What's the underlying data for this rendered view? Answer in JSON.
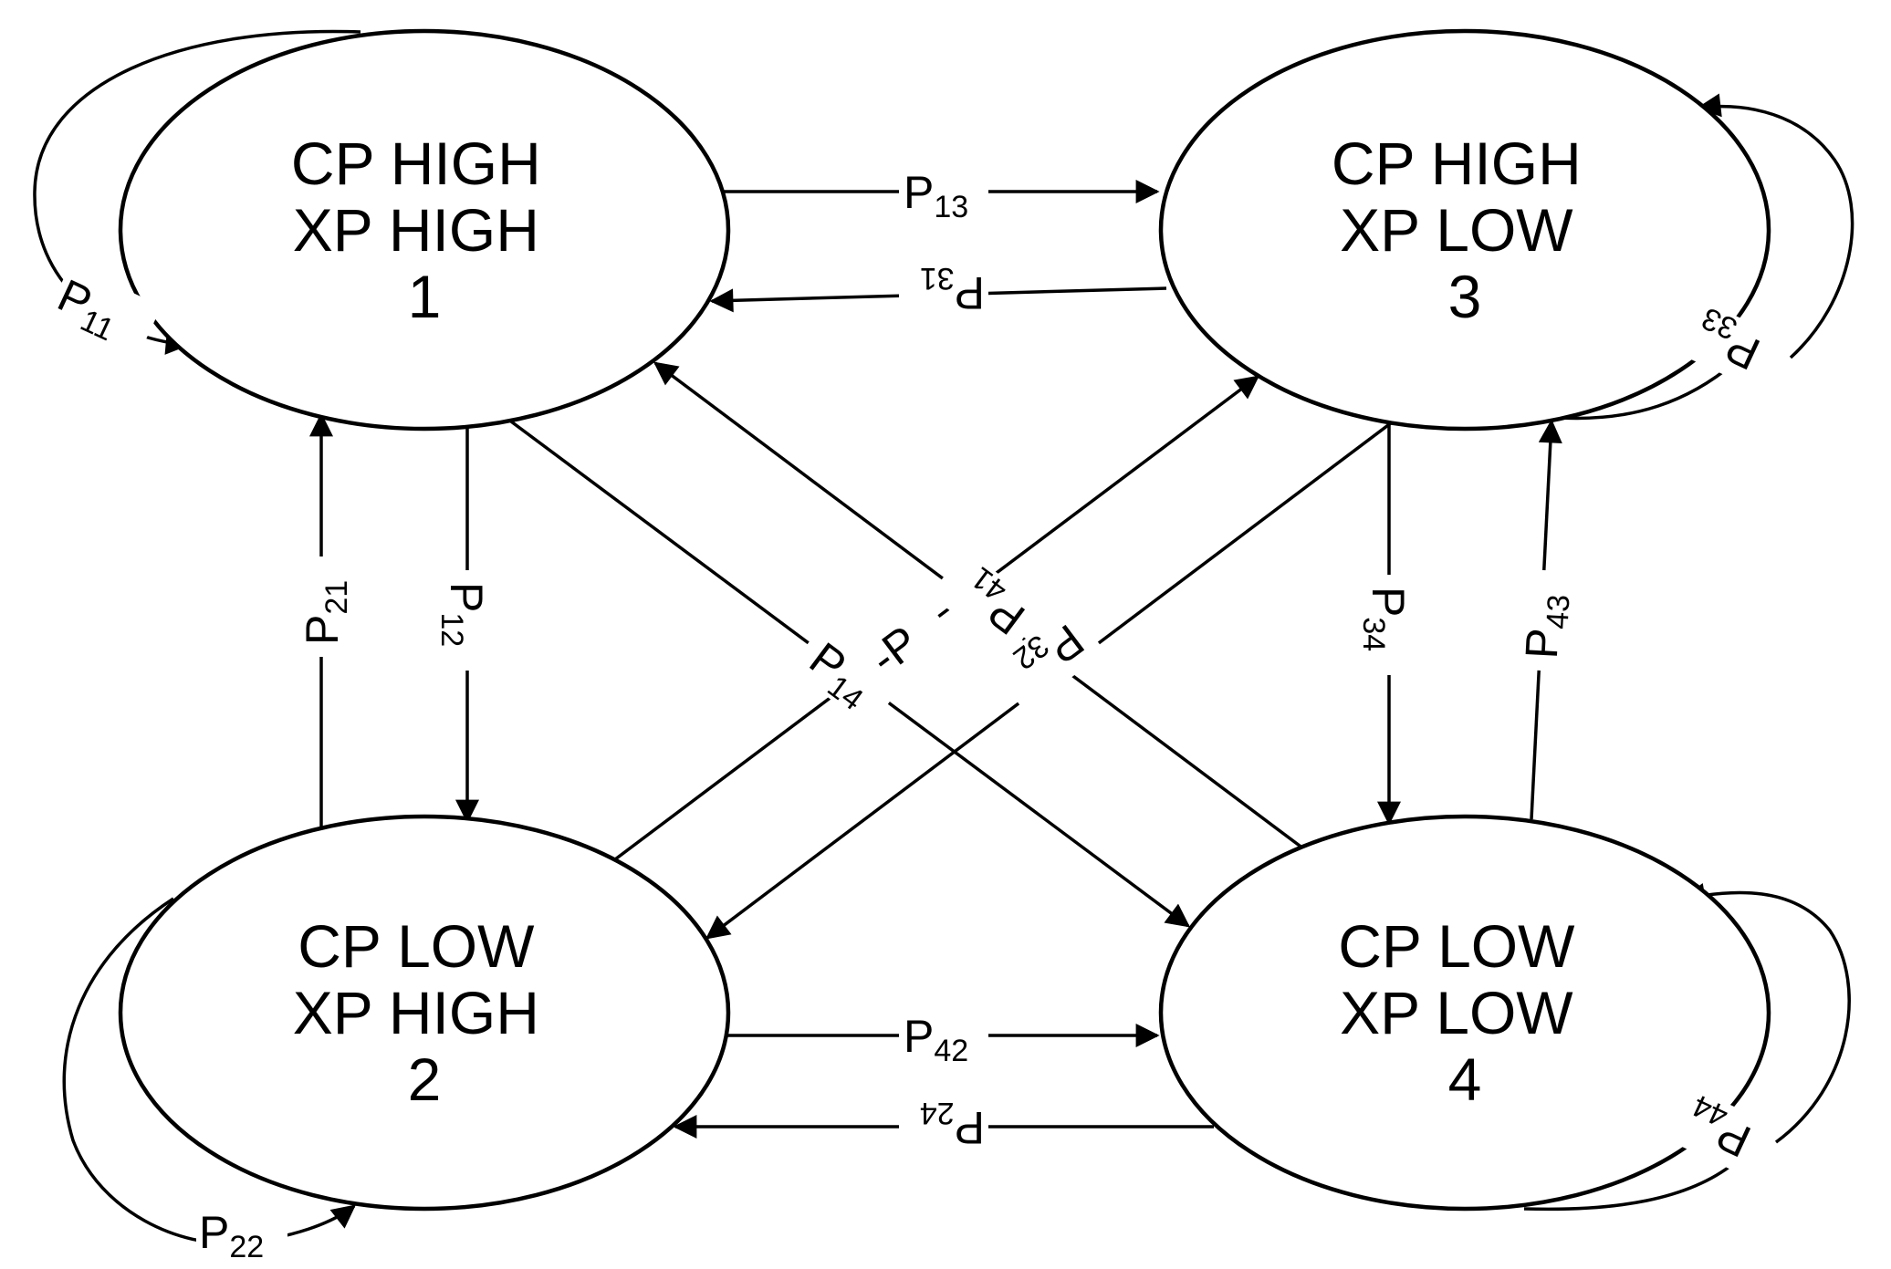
{
  "diagram": {
    "states": [
      {
        "id": "s1",
        "lines": [
          "CP HIGH",
          "XP HIGH",
          "1"
        ]
      },
      {
        "id": "s2",
        "lines": [
          "CP LOW",
          "XP HIGH",
          "2"
        ]
      },
      {
        "id": "s3",
        "lines": [
          "CP HIGH",
          "XP LOW",
          "3"
        ]
      },
      {
        "id": "s4",
        "lines": [
          "CP LOW",
          "XP LOW",
          "4"
        ]
      }
    ],
    "transitions": [
      {
        "id": "p11",
        "from": "s1",
        "to": "s1",
        "label": "P",
        "sub": "11"
      },
      {
        "id": "p22",
        "from": "s2",
        "to": "s2",
        "label": "P",
        "sub": "22"
      },
      {
        "id": "p33",
        "from": "s3",
        "to": "s3",
        "label": "P",
        "sub": "33"
      },
      {
        "id": "p44",
        "from": "s4",
        "to": "s4",
        "label": "P",
        "sub": "44"
      },
      {
        "id": "p13",
        "from": "s1",
        "to": "s3",
        "label": "P",
        "sub": "13"
      },
      {
        "id": "p31",
        "from": "s3",
        "to": "s1",
        "label": "P",
        "sub": "31"
      },
      {
        "id": "p42",
        "from": "s2",
        "to": "s4",
        "label": "P",
        "sub": "42"
      },
      {
        "id": "p24",
        "from": "s4",
        "to": "s2",
        "label": "P",
        "sub": "24"
      },
      {
        "id": "p21",
        "from": "s2",
        "to": "s1",
        "label": "P",
        "sub": "21"
      },
      {
        "id": "p12",
        "from": "s1",
        "to": "s2",
        "label": "P",
        "sub": "12"
      },
      {
        "id": "p34",
        "from": "s3",
        "to": "s4",
        "label": "P",
        "sub": "34"
      },
      {
        "id": "p43",
        "from": "s4",
        "to": "s3",
        "label": "P",
        "sub": "43"
      },
      {
        "id": "p14",
        "from": "s1",
        "to": "s4",
        "label": "P",
        "sub": "14"
      },
      {
        "id": "p41",
        "from": "s4",
        "to": "s1",
        "label": "P",
        "sub": "41"
      },
      {
        "id": "p23",
        "from": "s2",
        "to": "s3",
        "label": "P",
        "sub": "",
        "prefix": "-"
      },
      {
        "id": "p32",
        "from": "s3",
        "to": "s2",
        "label": "P",
        "sub": "32"
      }
    ]
  }
}
